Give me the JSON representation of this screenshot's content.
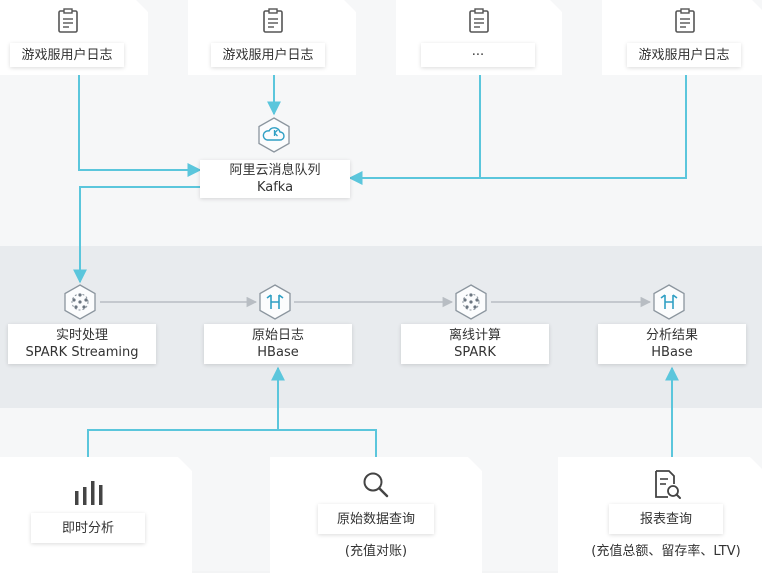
{
  "sources": [
    {
      "label": "游戏服用户日志"
    },
    {
      "label": "游戏服用户日志"
    },
    {
      "label": "···"
    },
    {
      "label": "游戏服用户日志"
    }
  ],
  "kafka": {
    "line1": "阿里云消息队列",
    "line2": "Kafka"
  },
  "pipeline": [
    {
      "line1": "实时处理",
      "line2": "SPARK Streaming"
    },
    {
      "line1": "原始日志",
      "line2": "HBase"
    },
    {
      "line1": "离线计算",
      "line2": "SPARK"
    },
    {
      "line1": "分析结果",
      "line2": "HBase"
    }
  ],
  "consumers": [
    {
      "label": "即时分析",
      "note": ""
    },
    {
      "label": "原始数据查询",
      "note": "(充值对账)"
    },
    {
      "label": "报表查询",
      "note": "(充值总额、留存率、LTV)"
    }
  ],
  "colors": {
    "arrow": "#5bc6dc",
    "gray_arrow": "#b8bdc3",
    "accent": "#2f9fc4"
  }
}
